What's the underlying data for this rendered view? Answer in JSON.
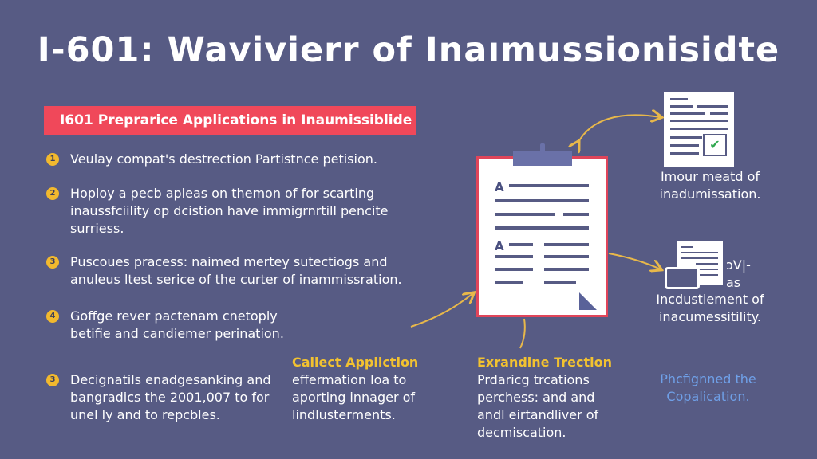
{
  "title": "I-601: Wavivierr of Inaımussionisidte",
  "banner": "I601 Preprarice Applications in Inaumissiblide",
  "steps": [
    {
      "num": "1",
      "lines": [
        "Veulay compat's destrection Partistnce petision."
      ]
    },
    {
      "num": "2",
      "lines": [
        "Hoploy a pecb apleas on themon of for scarting",
        "inaussfciility op dcistion have immigrnrtill pencite",
        "surriess."
      ]
    },
    {
      "num": "3",
      "lines": [
        "Puscoues pracess: naimed mertey sutectiogs and",
        "anuleus ltest serice of the curter of inammissration."
      ]
    },
    {
      "num": "4",
      "lines": [
        "Goffge rever pactenam cnetoply",
        "betifie and candiemer perination."
      ]
    },
    {
      "num": "3",
      "lines": [
        "Decignatils enadgesanking and",
        "bangradics the 2001,007 to for",
        "unel ly and to repcbles."
      ]
    }
  ],
  "collect": {
    "heading": "Callect Appliction",
    "lines": [
      "effermation loa to",
      "aporting innager of",
      "lindlusterments."
    ]
  },
  "examine": {
    "heading": "Exrandine Trection",
    "lines": [
      "Prdaricg trcations",
      "perchess: and and",
      "andl eirtandliver of",
      "decmiscation."
    ]
  },
  "doc_top": {
    "lines": [
      "Imour meatd of",
      "inadumissation."
    ]
  },
  "doc_mid": {
    "side": [
      "ɔV|-",
      "as"
    ],
    "lines": [
      "Incdustiement of",
      "inacumessitility."
    ]
  },
  "blue_note": {
    "lines": [
      "Phcfignned the",
      "Copalication."
    ],
    "color": "#6fa0e8"
  },
  "clipboard": {
    "marks": [
      "A",
      "A"
    ]
  },
  "colors": {
    "background": "#575b84",
    "banner": "#f0485a",
    "accent": "#f2b92e",
    "clipboard_border": "#e0455a"
  }
}
